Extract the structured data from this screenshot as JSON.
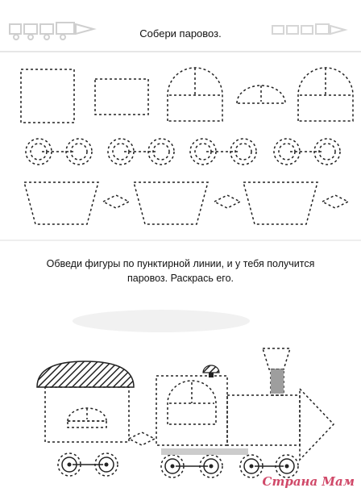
{
  "page": {
    "title": "Собери паровоз.",
    "instruction_line1": "Обведи фигуры по пунктирной линии, и у тебя получится",
    "instruction_line2": "паровоз. Раскрась его.",
    "watermark": "Страна Мам"
  },
  "colors": {
    "stroke": "#222222",
    "gray_fill": "#bdbdbd",
    "chimney_band": "#9e9e9e",
    "watermark": "#d04868"
  }
}
